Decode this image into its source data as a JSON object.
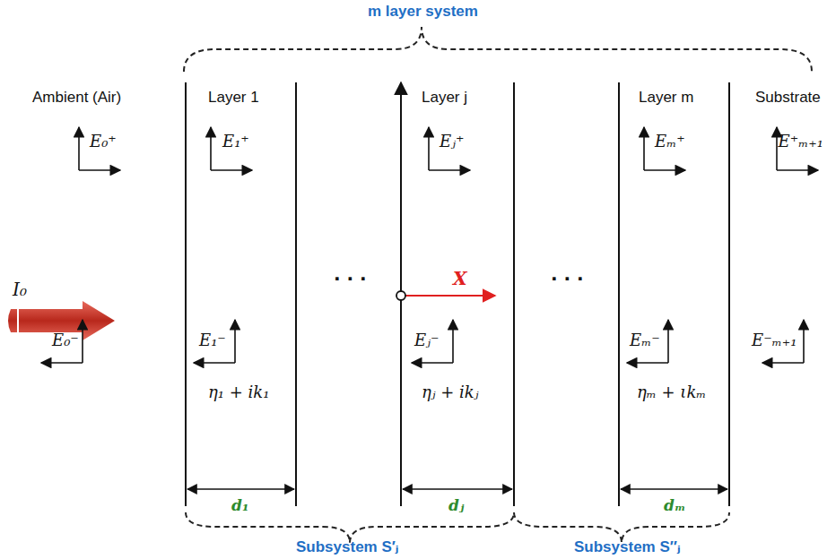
{
  "diagram": {
    "labels": [
      "m layer system",
      "Ambient (Air)",
      "Layer 1",
      "Layer j",
      "Layer m",
      "Substrate",
      "E₀⁺",
      "E₁⁺",
      "Eⱼ⁺",
      "Eₘ⁺",
      "E⁺ₘ₊₁",
      "I₀",
      "X",
      "· · ·",
      "· · ·",
      "E₀⁻",
      "E₁⁻",
      "Eⱼ⁻",
      "Eₘ⁻",
      "E⁻ₘ₊₁",
      "η₁ + ik₁",
      "ηⱼ + ikⱼ",
      "ηₘ + ιkₘ",
      "d₁",
      "dⱼ",
      "dₘ",
      "Subsystem S′ⱼ",
      "Subsystem S″ⱼ"
    ]
  }
}
